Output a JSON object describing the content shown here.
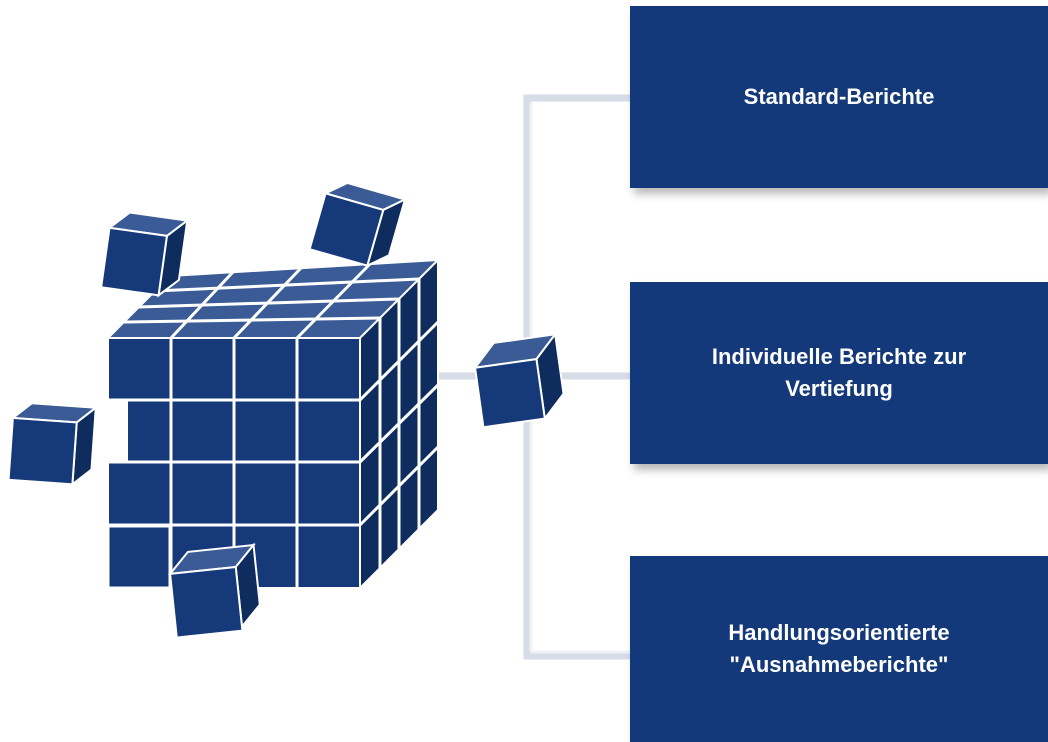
{
  "diagram": {
    "source_icon": "data-cube-icon",
    "colors": {
      "box_fill": "#13397a",
      "cube_face": "#16397a",
      "cube_top": "#3a5b96",
      "cube_side": "#0f2c5f",
      "cube_grid": "#ffffff",
      "connector": "#d6dde6"
    },
    "reports": [
      {
        "label": "Standard-Berichte"
      },
      {
        "label": "Individuelle Berichte zur Vertiefung"
      },
      {
        "label": "Handlungsorientierte \"Ausnahmeberichte\""
      }
    ]
  }
}
